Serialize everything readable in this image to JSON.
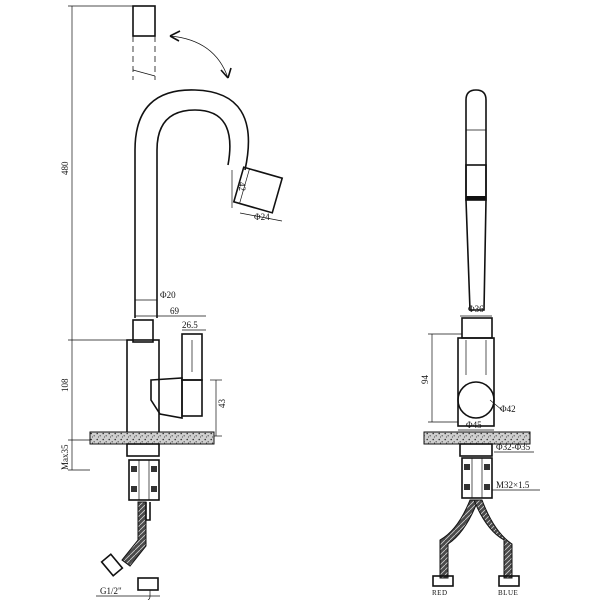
{
  "dimensions": {
    "spout_height": "480",
    "body_height": "108",
    "max_deck_thickness": "Max35",
    "spout_tip_width": "42",
    "spout_tip_diameter": "Φ24",
    "spout_diameter": "Φ20",
    "body_reach": "69",
    "handle_width": "26.5",
    "handle_height": "43",
    "connector_thread": "G1/2\"",
    "side_top_diameter": "Φ36",
    "side_body_height": "94",
    "side_knob_diameter": "Φ42",
    "side_base_diameter": "Φ45",
    "side_hole_range": "Φ32-Φ35",
    "side_shank_thread": "M32×1.5"
  },
  "labels": {
    "hot_hose": "RED",
    "cold_hose": "BLUE"
  },
  "colors": {
    "line": "#111111",
    "background": "#ffffff"
  }
}
